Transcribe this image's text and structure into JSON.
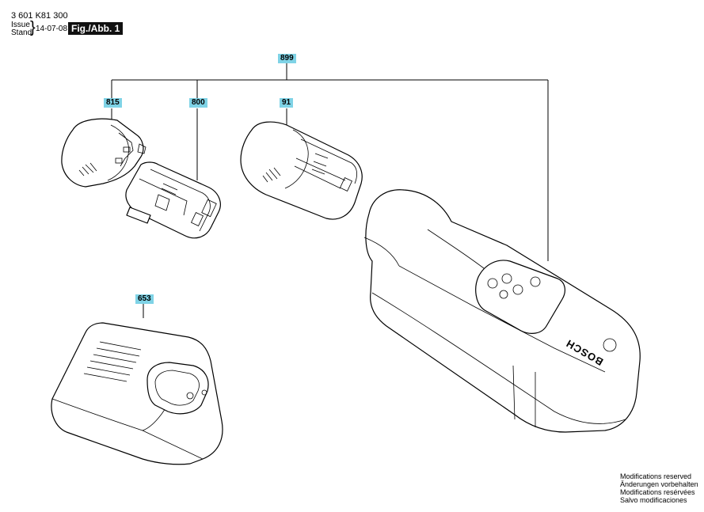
{
  "header": {
    "doc_number": "3 601 K81 300",
    "issue_label": "Issue",
    "stand_label": "Stand",
    "brace": "}",
    "date": "14-07-08",
    "figure": "Fig./Abb. 1"
  },
  "callouts": {
    "c899": "899",
    "c815": "815",
    "c800": "800",
    "c91": "91",
    "c653": "653"
  },
  "detector": {
    "brand": "BOSCH"
  },
  "notes": {
    "line1": "Modifications reserved",
    "line2": "Änderungen vorbehalten",
    "line3": "Modifications resérvées",
    "line4": "Salvo modificaciones"
  },
  "colors": {
    "callout_bg": "#7fd3e6",
    "figure_bg": "#111111"
  }
}
